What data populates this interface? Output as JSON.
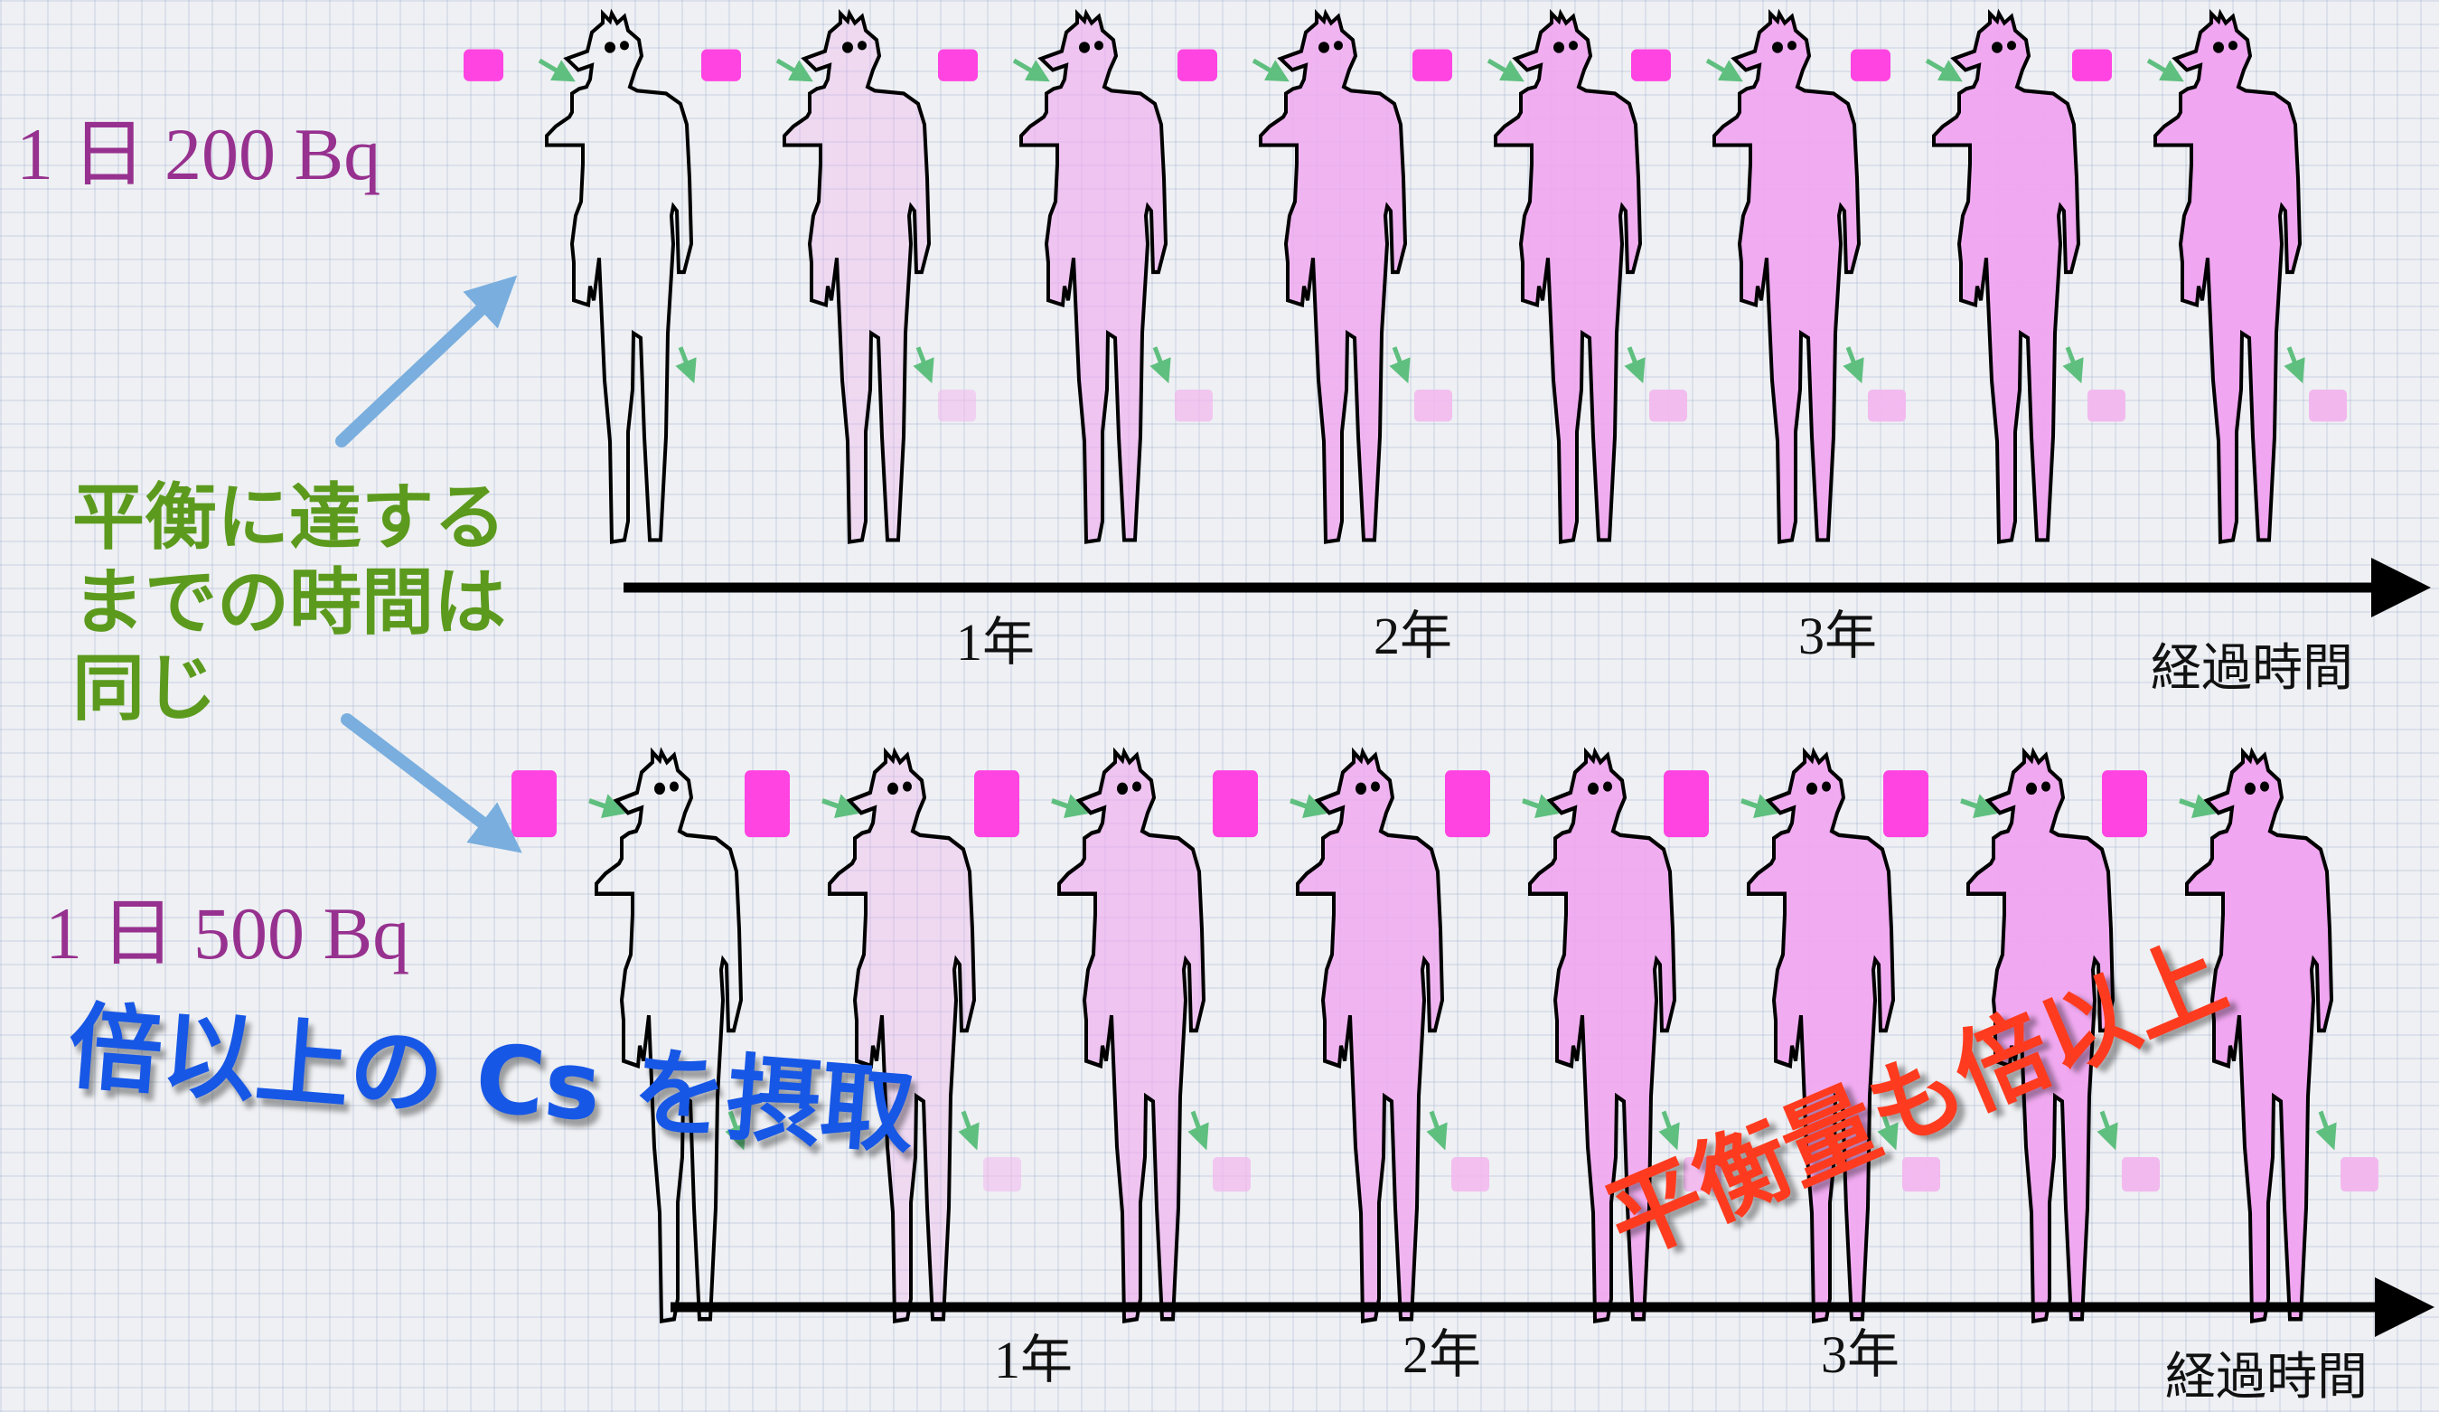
{
  "rows": [
    {
      "rate_label": "1 日 200 Bq",
      "tick_labels": [
        "1年",
        "2年",
        "3年"
      ],
      "axis_label": "経過時間",
      "body_fill_levels": [
        0.0,
        0.3,
        0.6,
        0.8,
        0.9,
        0.95,
        0.97,
        1.0
      ]
    },
    {
      "rate_label": "1 日 500 Bq",
      "tick_labels": [
        "1年",
        "2年",
        "3年"
      ],
      "axis_label": "経過時間",
      "body_fill_levels": [
        0.0,
        0.3,
        0.6,
        0.8,
        0.9,
        0.95,
        0.97,
        1.0
      ]
    }
  ],
  "side_note": [
    "平衡に達する",
    "までの時間は",
    "同じ"
  ],
  "overlay_left": "倍以上の Cs を摂取",
  "overlay_right": "平衡量も倍以上",
  "colors": {
    "body_full": "#f0a6f0",
    "intake_block": "#ff44e2",
    "excretion_block": "#f2b8ee",
    "flow_arrow": "#5fbf7f",
    "pointer_arrow": "#79aede",
    "rate_text": "#97318f",
    "note_text": "#5c9a1e",
    "overlay_left_text": "#1757e6",
    "overlay_right_text": "#ff3b1f"
  }
}
